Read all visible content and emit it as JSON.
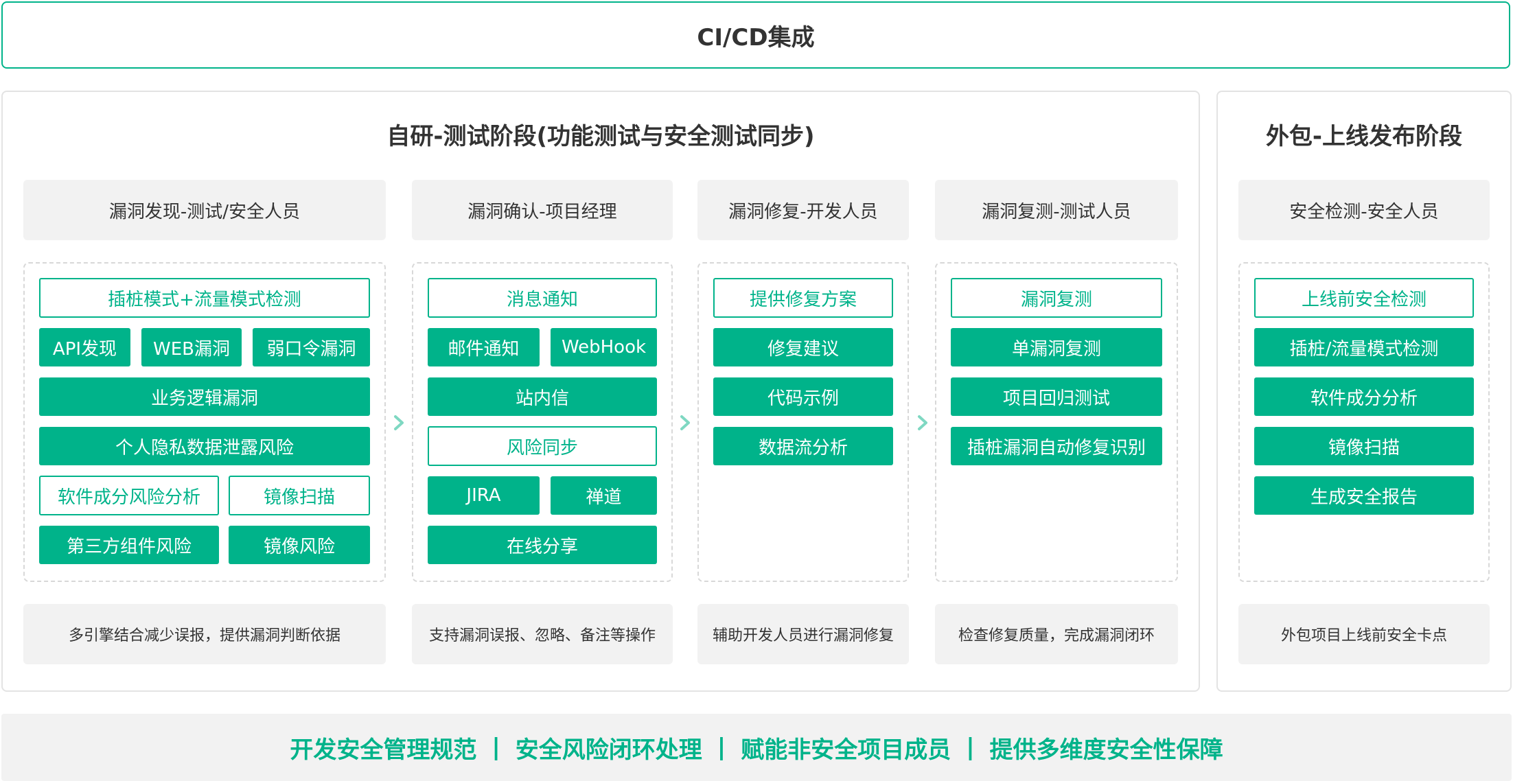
{
  "top_bar": {
    "label": "CI/CD集成"
  },
  "main_panel": {
    "title": "自研-测试阶段(功能测试与安全测试同步)"
  },
  "outsource_panel": {
    "title": "外包-上线发布阶段"
  },
  "columns": [
    {
      "header": "漏洞发现-测试/安全人员",
      "footer": "多引擎结合减少误报，提供漏洞判断依据",
      "chips": [
        {
          "label": "插桩模式+流量模式检测",
          "style": "outline"
        },
        {
          "label": "API发现",
          "style": "filled"
        },
        {
          "label": "WEB漏洞",
          "style": "filled"
        },
        {
          "label": "弱口令漏洞",
          "style": "filled"
        },
        {
          "label": "业务逻辑漏洞",
          "style": "filled"
        },
        {
          "label": "个人隐私数据泄露风险",
          "style": "filled"
        },
        {
          "label": "软件成分风险分析",
          "style": "outline"
        },
        {
          "label": "镜像扫描",
          "style": "outline"
        },
        {
          "label": "第三方组件风险",
          "style": "filled"
        },
        {
          "label": "镜像风险",
          "style": "filled"
        }
      ]
    },
    {
      "header": "漏洞确认-项目经理",
      "footer": "支持漏洞误报、忽略、备注等操作",
      "chips": [
        {
          "label": "消息通知",
          "style": "outline"
        },
        {
          "label": "邮件通知",
          "style": "filled"
        },
        {
          "label": "WebHook",
          "style": "filled"
        },
        {
          "label": "站内信",
          "style": "filled"
        },
        {
          "label": "风险同步",
          "style": "outline"
        },
        {
          "label": "JIRA",
          "style": "filled"
        },
        {
          "label": "禅道",
          "style": "filled"
        },
        {
          "label": "在线分享",
          "style": "filled"
        }
      ]
    },
    {
      "header": "漏洞修复-开发人员",
      "footer": "辅助开发人员进行漏洞修复",
      "chips": [
        {
          "label": "提供修复方案",
          "style": "outline"
        },
        {
          "label": "修复建议",
          "style": "filled"
        },
        {
          "label": "代码示例",
          "style": "filled"
        },
        {
          "label": "数据流分析",
          "style": "filled"
        }
      ]
    },
    {
      "header": "漏洞复测-测试人员",
      "footer": "检查修复质量，完成漏洞闭环",
      "chips": [
        {
          "label": "漏洞复测",
          "style": "outline"
        },
        {
          "label": "单漏洞复测",
          "style": "filled"
        },
        {
          "label": "项目回归测试",
          "style": "filled"
        },
        {
          "label": "插桩漏洞自动修复识别",
          "style": "filled"
        }
      ]
    },
    {
      "header": "安全检测-安全人员",
      "footer": "外包项目上线前安全卡点",
      "chips": [
        {
          "label": "上线前安全检测",
          "style": "outline"
        },
        {
          "label": "插桩/流量模式检测",
          "style": "filled"
        },
        {
          "label": "软件成分分析",
          "style": "filled"
        },
        {
          "label": "镜像扫描",
          "style": "filled"
        },
        {
          "label": "生成安全报告",
          "style": "filled"
        }
      ]
    }
  ],
  "bottom_bar": {
    "items": [
      "开发安全管理规范",
      "安全风险闭环处理",
      "赋能非安全项目成员",
      "提供多维度安全性保障"
    ],
    "separator": "|"
  },
  "colors": {
    "accent": "#00B38A",
    "panel_bg": "#F2F2F2",
    "text": "#333333",
    "border": "#E3E3E3"
  },
  "icons": {
    "flow_arrow": "chevron-right-icon"
  }
}
